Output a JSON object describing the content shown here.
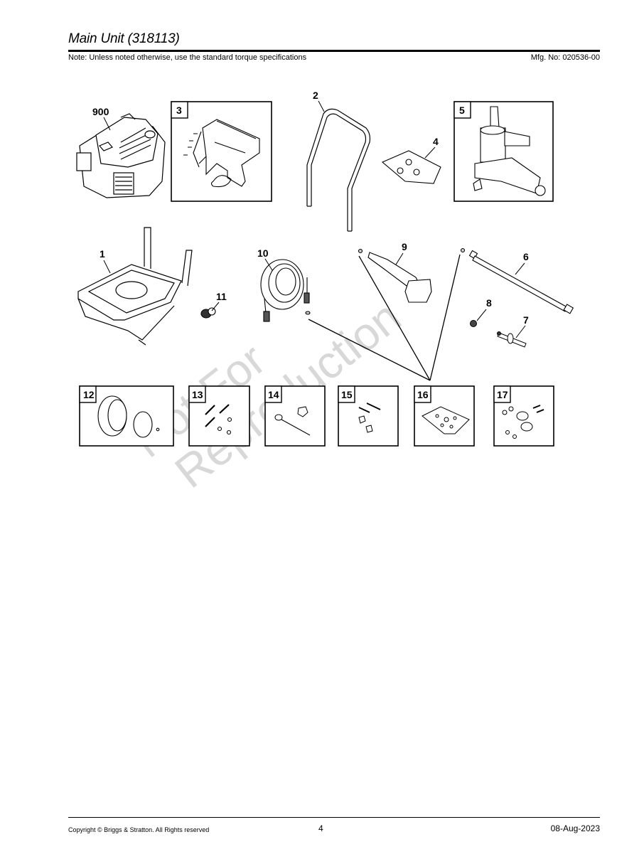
{
  "header": {
    "title": "Main Unit (318113)",
    "note": "Note: Unless noted otherwise, use the standard torque specifications",
    "mfg_no": "Mfg. No: 020536-00"
  },
  "diagram": {
    "watermark_line1": "Not For",
    "watermark_line2": "Reproduction",
    "callouts": {
      "c900": "900",
      "c1": "1",
      "c2": "2",
      "c4": "4",
      "c6": "6",
      "c7": "7",
      "c8": "8",
      "c9": "9",
      "c10": "10",
      "c11": "11"
    },
    "boxed_parts": {
      "b3": "3",
      "b5": "5",
      "b12": "12",
      "b13": "13",
      "b14": "14",
      "b15": "15",
      "b16": "16",
      "b17": "17"
    },
    "parts": [
      {
        "ref": "900",
        "depicts": "engine"
      },
      {
        "ref": "1",
        "depicts": "frame-base"
      },
      {
        "ref": "2",
        "depicts": "handle"
      },
      {
        "ref": "3",
        "depicts": "gun-holder-bracket-kit"
      },
      {
        "ref": "4",
        "depicts": "nozzle-kit-bag"
      },
      {
        "ref": "5",
        "depicts": "pump"
      },
      {
        "ref": "6",
        "depicts": "lance-extension"
      },
      {
        "ref": "7",
        "depicts": "axle-pin"
      },
      {
        "ref": "8",
        "depicts": "nut"
      },
      {
        "ref": "9",
        "depicts": "spray-gun"
      },
      {
        "ref": "10",
        "depicts": "high-pressure-hose"
      },
      {
        "ref": "11",
        "depicts": "quick-connect-fitting"
      },
      {
        "ref": "12",
        "depicts": "wheel-kit"
      },
      {
        "ref": "13",
        "depicts": "bolt-and-nut-kit"
      },
      {
        "ref": "14",
        "depicts": "knob-pin-kit"
      },
      {
        "ref": "15",
        "depicts": "bolt-knob-kit"
      },
      {
        "ref": "16",
        "depicts": "o-ring-seal-kit"
      },
      {
        "ref": "17",
        "depicts": "vibration-mount-kit"
      }
    ]
  },
  "footer": {
    "copyright": "Copyright ©  Briggs & Stratton. All Rights reserved",
    "page_number": "4",
    "date": "08-Aug-2023"
  }
}
